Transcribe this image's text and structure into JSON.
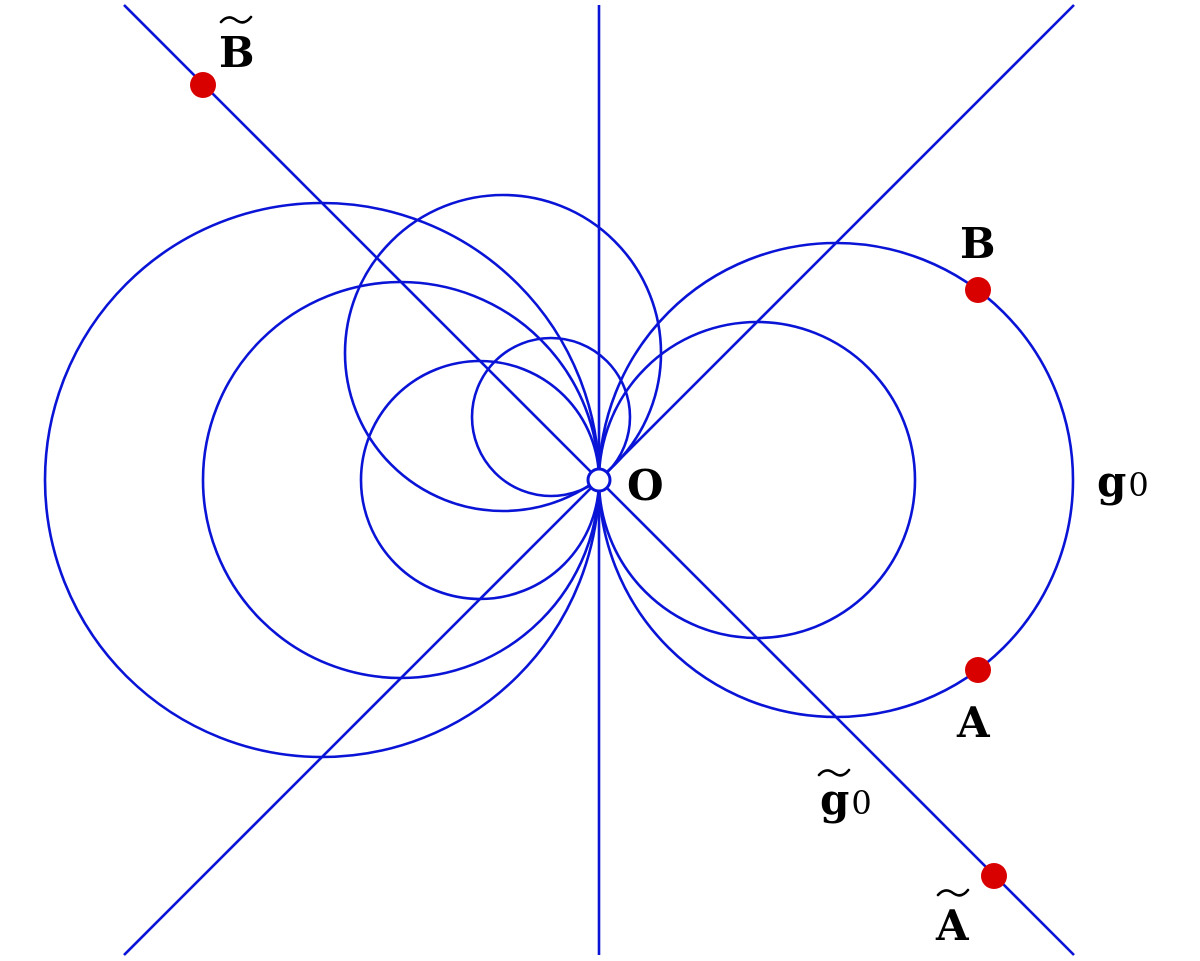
{
  "labels": {
    "origin": "O",
    "point_a": "A",
    "point_b": "B",
    "point_a_tilde": "A",
    "point_b_tilde": "B",
    "curve_g0": "g",
    "curve_g0_sub": "0",
    "line_g0_tilde": "g",
    "line_g0_tilde_sub": "0"
  },
  "colors": {
    "curve": "#0a14d6",
    "point": "#d90000",
    "label": "#000000",
    "background": "#ffffff"
  }
}
